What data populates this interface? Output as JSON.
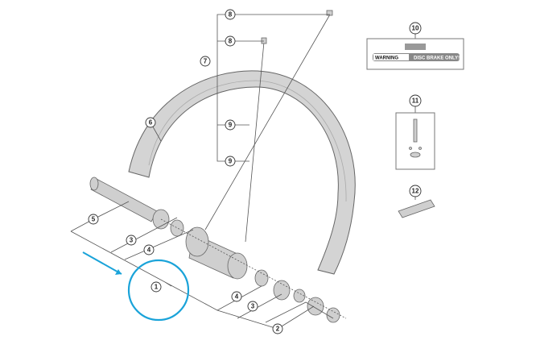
{
  "diagram": {
    "callouts": {
      "c1": "1",
      "c2": "2",
      "c3a": "3",
      "c3b": "3",
      "c4a": "4",
      "c4b": "4",
      "c5": "5",
      "c6": "6",
      "c7": "7",
      "c8a": "8",
      "c8b": "8",
      "c9a": "9",
      "c9b": "9",
      "c10": "10",
      "c11": "11",
      "c12": "12"
    },
    "sticker": {
      "warning": "WARNING",
      "disc_brake": "DISC BRAKE ONLY!"
    },
    "colors": {
      "highlight": "#1aa3d9",
      "part": "#cfcfcf"
    }
  }
}
